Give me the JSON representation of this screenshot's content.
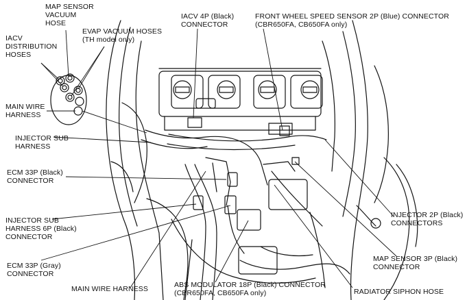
{
  "callouts": {
    "map_sensor_vacuum_hose": [
      "MAP SENSOR",
      "VACUUM",
      "HOSE"
    ],
    "iacv_distribution_hoses": [
      "IACV",
      "DISTRIBUTION",
      "HOSES"
    ],
    "evap_vacuum_hoses": [
      "EVAP VACUUM HOSES",
      "(TH model only)"
    ],
    "iacv_4p_connector": [
      "IACV 4P (Black)",
      "CONNECTOR"
    ],
    "front_wheel_speed_sensor": [
      "FRONT WHEEL SPEED SENSOR 2P (Blue) CONNECTOR",
      "(CBR650FA, CB650FA only)"
    ],
    "main_wire_harness_left": [
      "MAIN WIRE",
      "HARNESS"
    ],
    "injector_sub_harness": [
      "INJECTOR SUB",
      "HARNESS"
    ],
    "ecm_33p_black": [
      "ECM 33P (Black)",
      "CONNECTOR"
    ],
    "injector_sub_harness_6p": [
      "INJECTOR SUB",
      "HARNESS 6P (Black)",
      "CONNECTOR"
    ],
    "ecm_33p_gray": [
      "ECM 33P (Gray)",
      "CONNECTOR"
    ],
    "main_wire_harness_bottom": [
      "MAIN WIRE HARNESS"
    ],
    "abs_modulator": [
      "ABS MODULATOR 18P (Black) CONNECTOR",
      "(CBR650FA, CB650FA only)"
    ],
    "injector_2p": [
      "INJECTOR 2P (Black)",
      "CONNECTORS"
    ],
    "map_sensor_3p": [
      "MAP SENSOR 3P (Black)",
      "CONNECTOR"
    ],
    "radiator_siphon_hose": [
      "RADIATOR SIPHON HOSE"
    ]
  }
}
